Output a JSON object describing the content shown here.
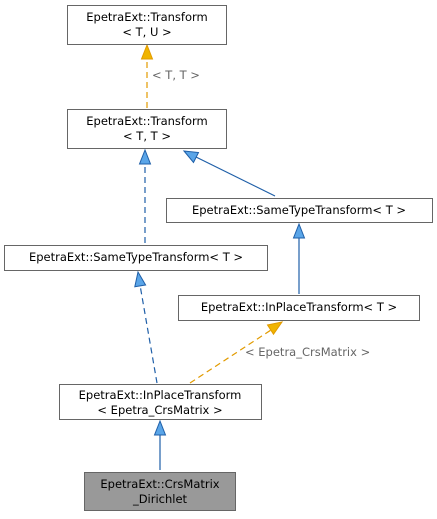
{
  "nodes": {
    "transform_tu": {
      "line1": "EpetraExt::Transform",
      "line2": "< T, U >"
    },
    "transform_tt": {
      "line1": "EpetraExt::Transform",
      "line2": "< T, T >"
    },
    "sametype_right": {
      "line1": "EpetraExt::SameTypeTransform< T >"
    },
    "sametype_left": {
      "line1": "EpetraExt::SameTypeTransform< T >"
    },
    "inplace_right": {
      "line1": "EpetraExt::InPlaceTransform< T >"
    },
    "inplace_crs": {
      "line1": "EpetraExt::InPlaceTransform",
      "line2": "< Epetra_CrsMatrix >"
    },
    "crsmatrix_dirichlet": {
      "line1": "EpetraExt::CrsMatrix",
      "line2": "_Dirichlet"
    }
  },
  "edge_labels": {
    "tt_to_tu": "< T, T >",
    "crs_template": "< Epetra_CrsMatrix >"
  },
  "colors": {
    "inheritance_edge": "#1f5fa8",
    "arrowhead_fill": "#5aa5e8",
    "template_edge": "#e29b00",
    "template_arrowhead_fill": "#f0b400",
    "current_node_fill": "#999999"
  }
}
